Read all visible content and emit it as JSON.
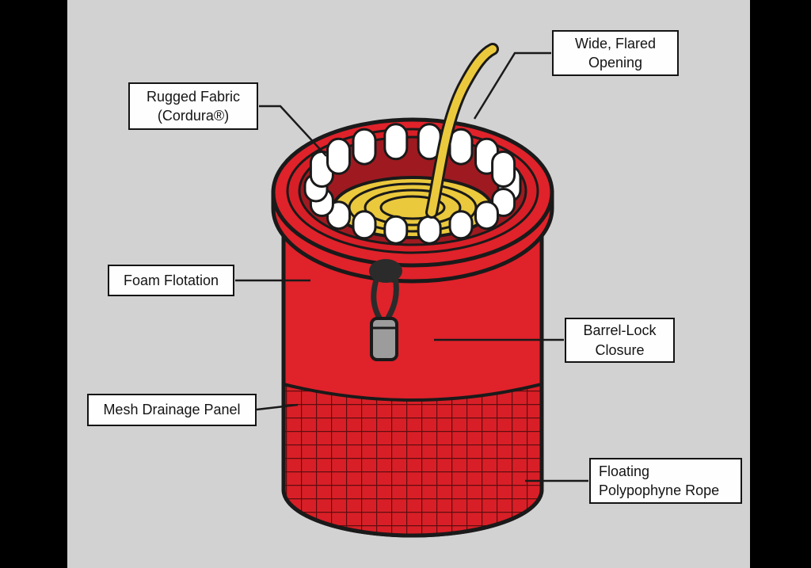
{
  "scene": {
    "background_color": "#d2d2d2",
    "letterbox_color": "#000000"
  },
  "illustration_colors": {
    "bag_red": "#e0222a",
    "bag_red_dark": "#d81f27",
    "interior_shadow_red": "#9e1a20",
    "rope_yellow": "#ebc93d",
    "foam_white": "#ffffff",
    "outline_black": "#1a1a1a",
    "toggle_gray": "#9c9c9c",
    "mesh_line": "#5f0d10"
  },
  "diagram": {
    "labels": [
      {
        "id": "wide-flared-opening",
        "text": "Wide, Flared\nOpening"
      },
      {
        "id": "rugged-fabric",
        "text": "Rugged Fabric\n(Cordura®)"
      },
      {
        "id": "foam-flotation",
        "text": "Foam Flotation"
      },
      {
        "id": "barrel-lock-closure",
        "text": "Barrel-Lock\nClosure"
      },
      {
        "id": "mesh-drainage-panel",
        "text": "Mesh Drainage Panel"
      },
      {
        "id": "floating-polypophyne-rope",
        "text": "Floating\nPolypophyne Rope"
      }
    ]
  }
}
